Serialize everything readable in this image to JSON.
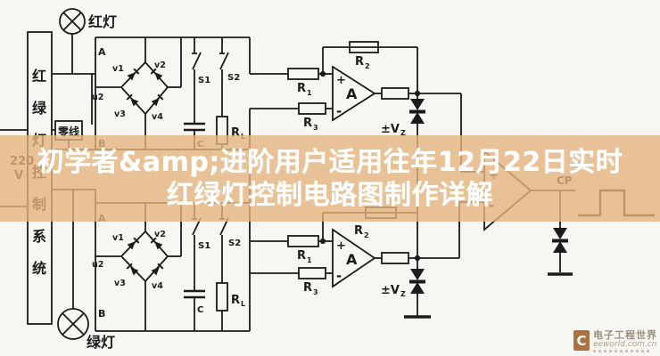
{
  "banner": {
    "line1": "初学者&amp;进阶用户适用往年12月22日实时",
    "line2": "红绿灯控制电路图制作详解",
    "background_color": "#e5b47e",
    "text_color": "#ffffff"
  },
  "left_panel": {
    "text": "红绿灯控制系统",
    "voltage": "220",
    "voltage_unit": "V",
    "neutral_label": "零线"
  },
  "lamps": {
    "red": "红灯",
    "green": "绿灯"
  },
  "blocks": {
    "node_a": "A",
    "node_b": "B",
    "bridge_name": "u2",
    "diodes": {
      "v1": "v1",
      "v2": "v2",
      "v3": "v3",
      "v4": "v4"
    }
  },
  "components": {
    "s1": "S1",
    "s2": "S2",
    "cap": "C",
    "r": "R",
    "r1_sub": "1",
    "r2_sub": "2",
    "r3_sub": "3",
    "rl_sub": "L",
    "opamp": "A",
    "plus": "+",
    "minus": "-",
    "vz": "±V",
    "vz_sub": "Z",
    "cp": "CP"
  },
  "watermark": {
    "site": "电子工程世界",
    "domain": "eeworld.com.cn",
    "logo_letter": "C"
  },
  "colors": {
    "ink": "#1b1b1b",
    "paper": "#f7f6f3"
  }
}
